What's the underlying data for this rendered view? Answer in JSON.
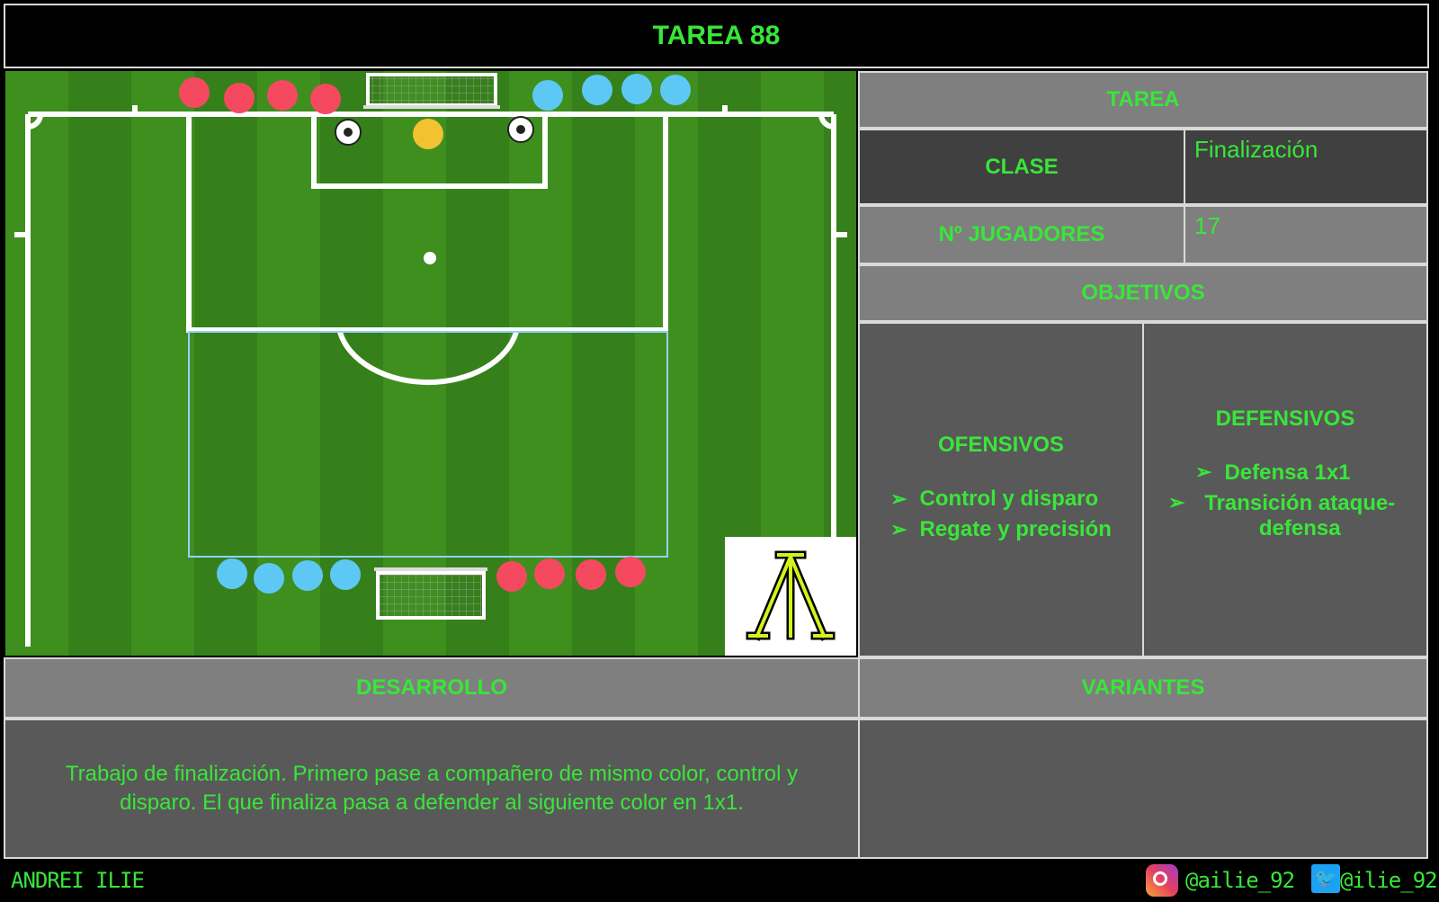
{
  "title": "TAREA 88",
  "tarea_header": "TAREA",
  "clase": {
    "label": "CLASE",
    "value": "Finalización"
  },
  "jugadores": {
    "label": "Nº JUGADORES",
    "value": "17"
  },
  "objetivos_header": "OBJETIVOS",
  "ofensivos": {
    "title": "OFENSIVOS",
    "items": [
      "Control y disparo",
      "Regate y precisión"
    ]
  },
  "defensivos": {
    "title": "DEFENSIVOS",
    "items": [
      "Defensa 1x1",
      "Transición ataque-defensa"
    ]
  },
  "desarrollo": {
    "header": "DESARROLLO",
    "text": "Trabajo de finalización. Primero pase a compañero de mismo color, control y disparo. El que finaliza pasa a defender al siguiente color en 1x1."
  },
  "variantes": {
    "header": "VARIANTES",
    "text": ""
  },
  "footer": {
    "author": "ANDREI ILIE",
    "instagram": "@ailie_92",
    "twitter": "@ilie_92"
  },
  "colors": {
    "accent": "#39e639",
    "pitch": "#3a8a1e",
    "red_team": "#f5495f",
    "blue_team": "#5ec8f5",
    "goalkeeper": "#f2c230"
  }
}
